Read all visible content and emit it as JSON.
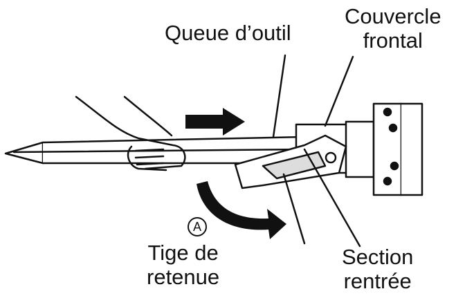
{
  "labels": {
    "tool_shank": "Queue d’outil",
    "front_cover_line1": "Couvercle",
    "front_cover_line2": "frontal",
    "retaining_rod_line1": "Tige de",
    "retaining_rod_line2": "retenue",
    "recessed_section_line1": "Section",
    "recessed_section_line2": "rentrée",
    "marker": "A"
  }
}
